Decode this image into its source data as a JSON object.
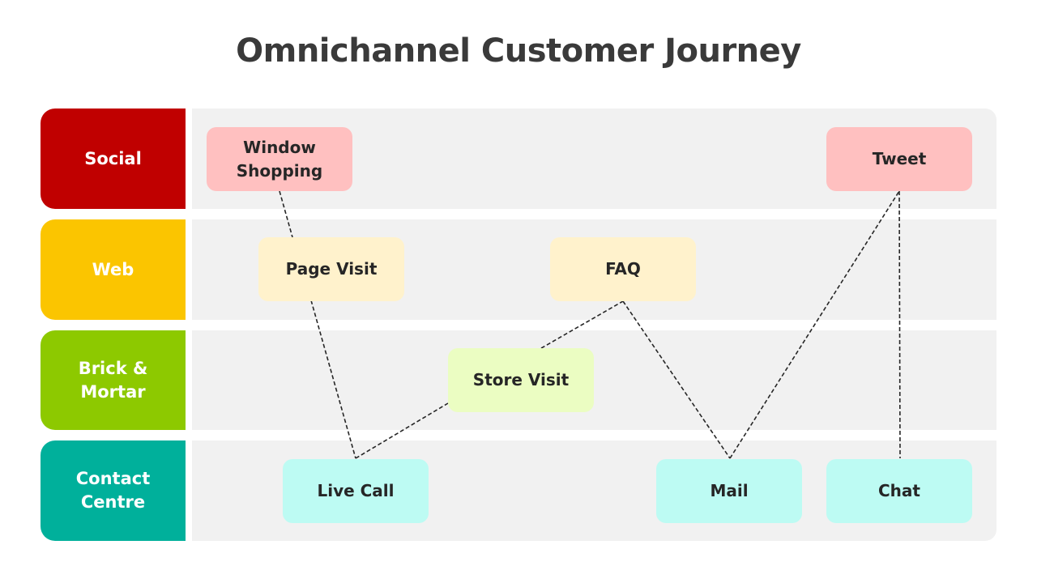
{
  "title": "Omnichannel Customer Journey",
  "lanes": [
    {
      "label": "Social",
      "color": "#c00000"
    },
    {
      "label": "Web",
      "color": "#fbc500"
    },
    {
      "label": "Brick &\nMortar",
      "color": "#8dc900"
    },
    {
      "label": "Contact\nCentre",
      "color": "#00b09b"
    }
  ],
  "nodes": [
    {
      "id": "window-shopping",
      "label": "Window\nShopping",
      "lane": "Social",
      "color": "#ffc0c0"
    },
    {
      "id": "tweet",
      "label": "Tweet",
      "lane": "Social",
      "color": "#ffc0c0"
    },
    {
      "id": "page-visit",
      "label": "Page Visit",
      "lane": "Web",
      "color": "#fff2cc"
    },
    {
      "id": "faq",
      "label": "FAQ",
      "lane": "Web",
      "color": "#fff2cc"
    },
    {
      "id": "store-visit",
      "label": "Store Visit",
      "lane": "Brick & Mortar",
      "color": "#ebfdc2"
    },
    {
      "id": "live-call",
      "label": "Live Call",
      "lane": "Contact Centre",
      "color": "#bdfbf3"
    },
    {
      "id": "mail",
      "label": "Mail",
      "lane": "Contact Centre",
      "color": "#bdfbf3"
    },
    {
      "id": "chat",
      "label": "Chat",
      "lane": "Contact Centre",
      "color": "#bdfbf3"
    }
  ],
  "connections": [
    [
      "window-shopping",
      "page-visit"
    ],
    [
      "page-visit",
      "live-call"
    ],
    [
      "live-call",
      "store-visit"
    ],
    [
      "store-visit",
      "faq"
    ],
    [
      "faq",
      "mail"
    ],
    [
      "mail",
      "tweet"
    ],
    [
      "tweet",
      "chat"
    ]
  ]
}
